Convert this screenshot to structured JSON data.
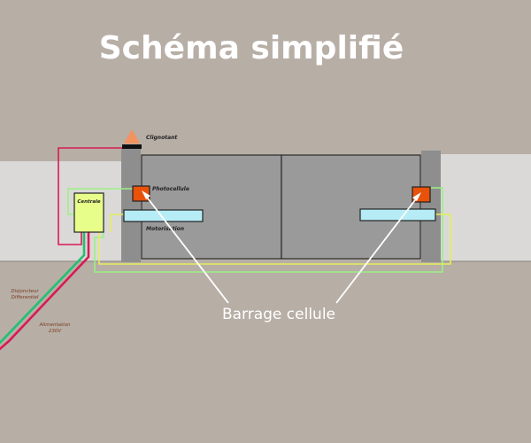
{
  "title": "Schéma simplifié",
  "callout": "Barrage cellule",
  "labels": {
    "clignotant": "Clignotant",
    "photocellule": "Photocellule",
    "motorisation": "Motorisation",
    "centrale": "Centrale",
    "disjoncteur": [
      "Disjoncteur",
      "Differentiel"
    ],
    "alimentation": [
      "Alimentation",
      "230V"
    ]
  },
  "colors": {
    "background": "#b7aea6",
    "wall": "#dad9d8",
    "gate": "#9a9a9a",
    "pillar": "#8e8e8e",
    "photocell": "#e8520a",
    "motor": "#b6ecf5",
    "centrale": "#e7ff8a",
    "flasher": "#f3925f",
    "wire_red": "#d81a54",
    "wire_green": "#22c072",
    "wire_yellow": "#e6ee5a",
    "wire_lightgreen": "#9cf084"
  }
}
